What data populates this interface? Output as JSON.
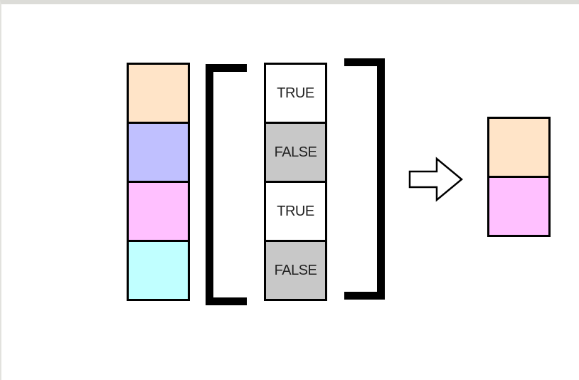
{
  "source_vector": {
    "cells": [
      {
        "color": "#ffe4c8"
      },
      {
        "color": "#c0c0ff"
      },
      {
        "color": "#ffc0ff"
      },
      {
        "color": "#c0ffff"
      }
    ]
  },
  "logical_mask": {
    "cells": [
      {
        "label": "TRUE",
        "color": "#ffffff"
      },
      {
        "label": "FALSE",
        "color": "#c8c8c8"
      },
      {
        "label": "TRUE",
        "color": "#ffffff"
      },
      {
        "label": "FALSE",
        "color": "#c8c8c8"
      }
    ]
  },
  "result_vector": {
    "cells": [
      {
        "color": "#ffe4c8"
      },
      {
        "color": "#ffc0ff"
      }
    ]
  },
  "arrow": {
    "icon": "right-arrow-icon"
  }
}
